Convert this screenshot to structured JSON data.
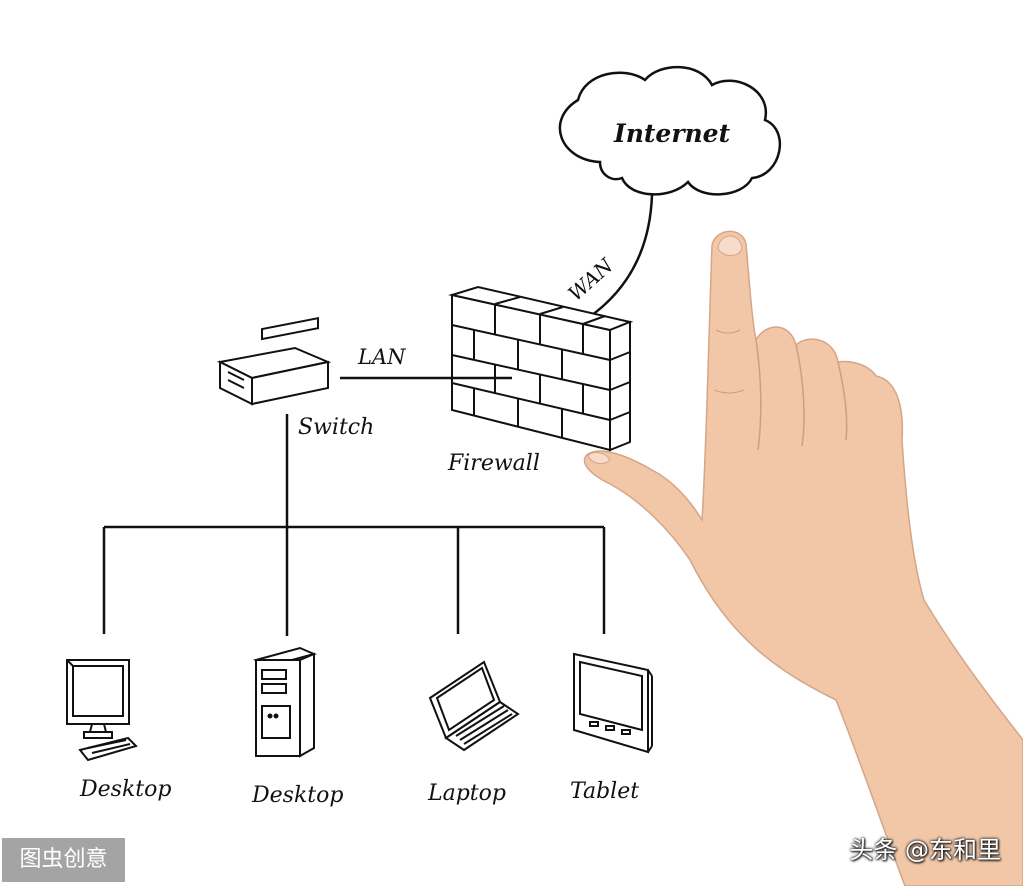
{
  "diagram": {
    "nodes": {
      "internet": "Internet",
      "switch": "Switch",
      "firewall": "Firewall",
      "desktop_1": "Desktop",
      "desktop_2": "Desktop",
      "laptop": "Laptop",
      "tablet": "Tablet"
    },
    "edges": {
      "wan": "WAN",
      "lan": "LAN"
    },
    "colors": {
      "stroke": "#111111",
      "skin": "#f1c7a8"
    }
  },
  "watermarks": {
    "left": "图虫创意",
    "right": "头条 @东和里"
  }
}
